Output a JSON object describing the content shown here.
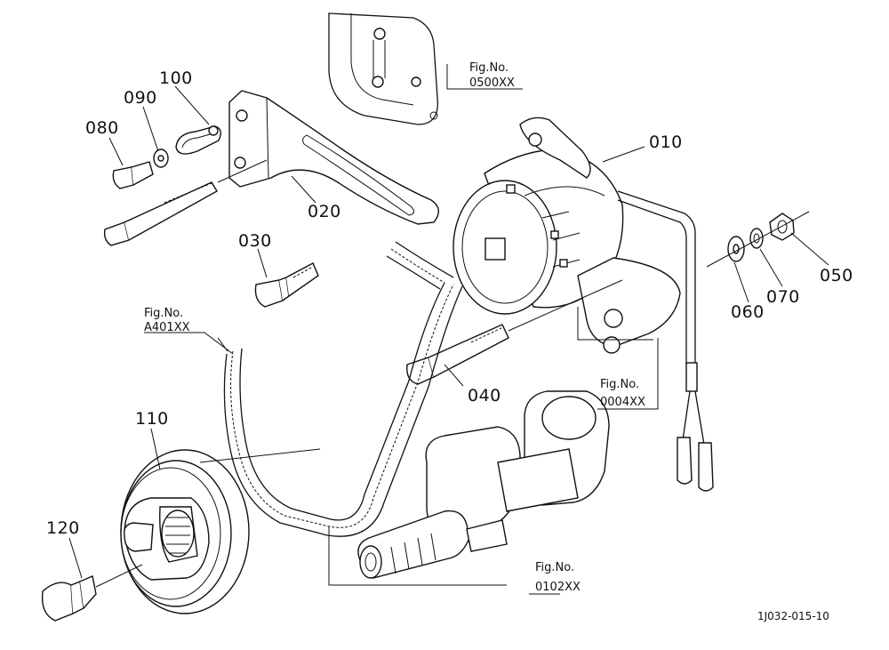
{
  "parts": {
    "p010": "010",
    "p020": "020",
    "p030": "030",
    "p040": "040",
    "p050": "050",
    "p060": "060",
    "p070": "070",
    "p080": "080",
    "p090": "090",
    "p100": "100",
    "p110": "110",
    "p120": "120"
  },
  "figure_refs": {
    "fig_label": "Fig.No.",
    "engine_block": "0500XX",
    "fan_belt": "A401XX",
    "wiring": "0004XX",
    "crankshaft": "0102XX"
  },
  "drawing_code": "1J032-015-10"
}
